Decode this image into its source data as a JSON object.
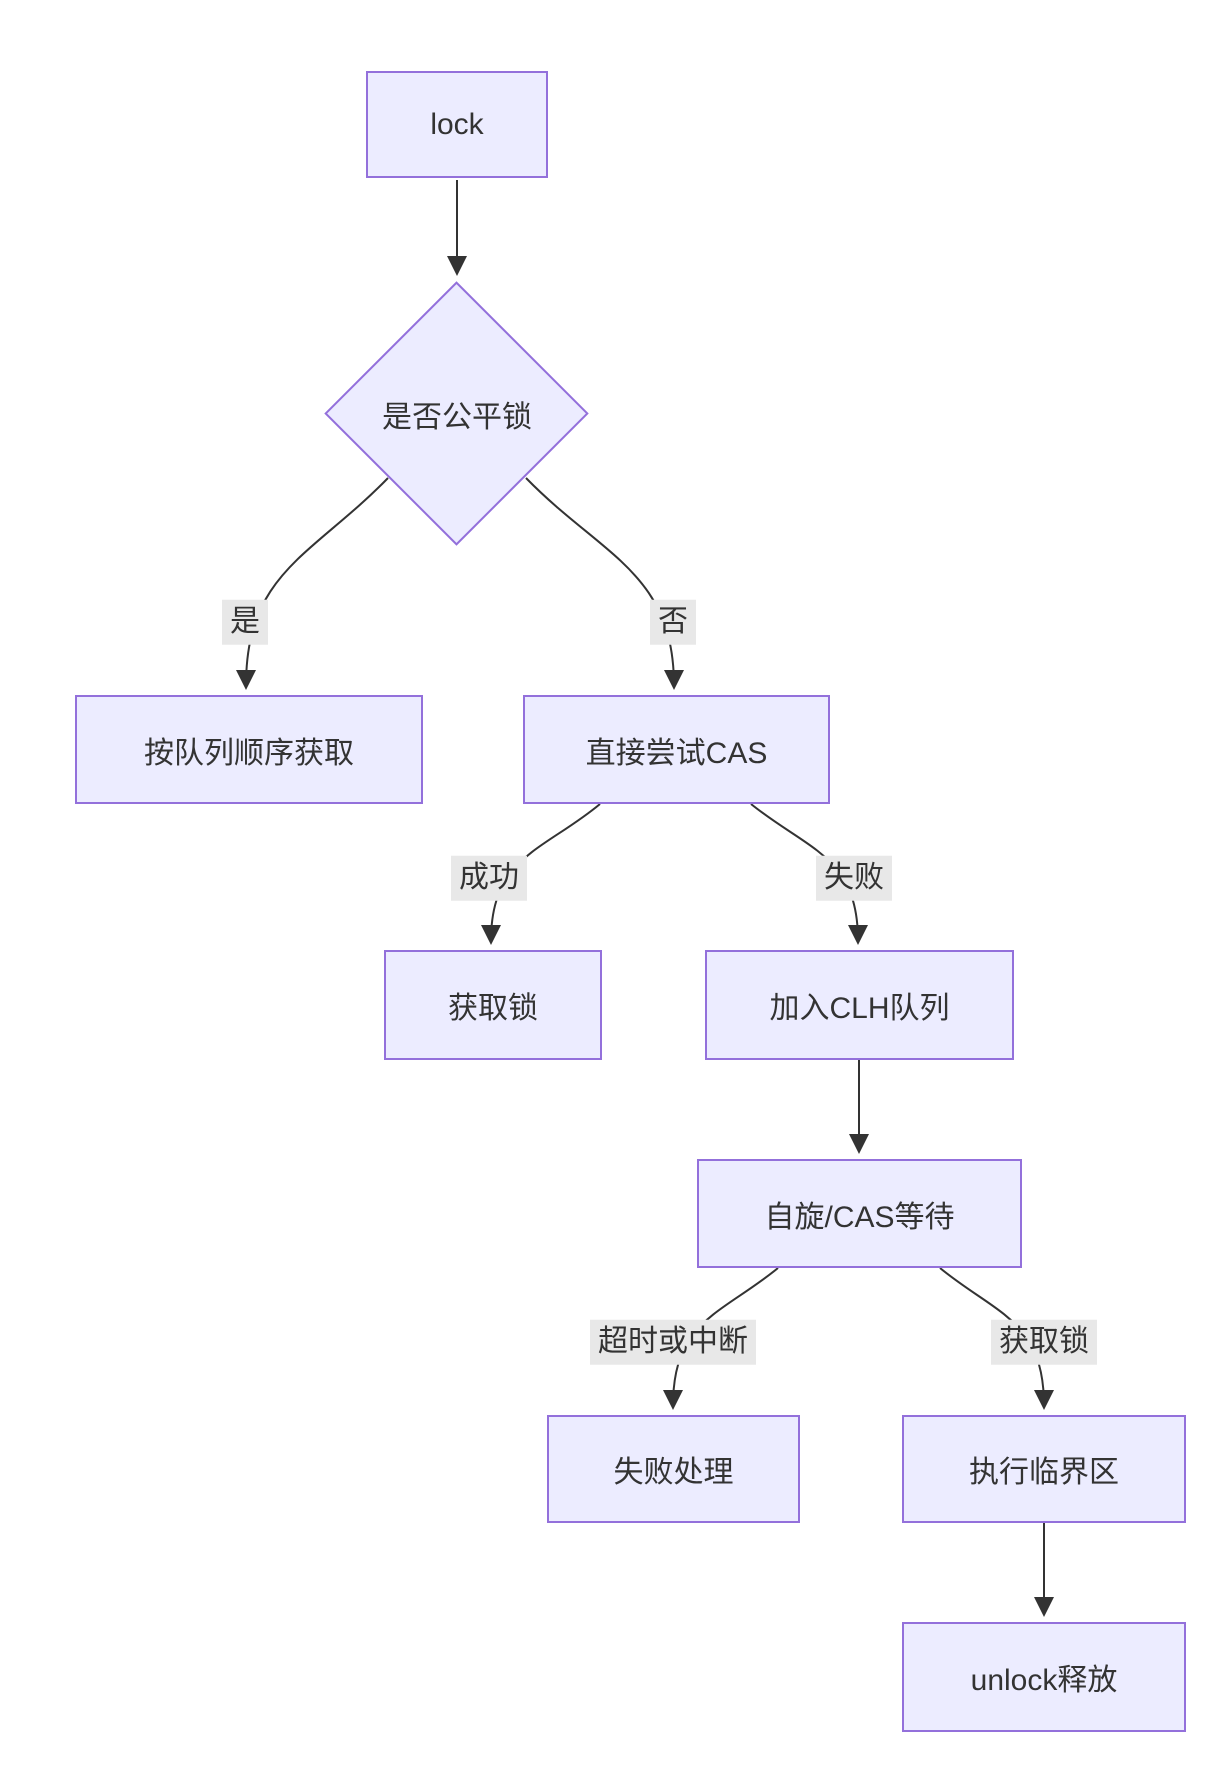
{
  "diagram": {
    "type": "flowchart",
    "title_node": "lock",
    "colors": {
      "node_fill": "#ECECFF",
      "node_border": "#9370DB",
      "edge_line": "#333333",
      "edge_label_bg": "#e8e8e8",
      "text": "#333333",
      "background": "#ffffff"
    },
    "nodes": {
      "lock": {
        "label": "lock",
        "shape": "rect"
      },
      "fair_decision": {
        "label": "是否公平锁",
        "shape": "diamond"
      },
      "queue_order": {
        "label": "按队列顺序获取",
        "shape": "rect"
      },
      "try_cas": {
        "label": "直接尝试CAS",
        "shape": "rect"
      },
      "acquire_lock": {
        "label": "获取锁",
        "shape": "rect"
      },
      "join_clh": {
        "label": "加入CLH队列",
        "shape": "rect"
      },
      "spin_wait": {
        "label": "自旋/CAS等待",
        "shape": "rect"
      },
      "fail_handle": {
        "label": "失败处理",
        "shape": "rect"
      },
      "critical_section": {
        "label": "执行临界区",
        "shape": "rect"
      },
      "unlock_release": {
        "label": "unlock释放",
        "shape": "rect"
      }
    },
    "edges": [
      {
        "from": "lock",
        "to": "fair_decision",
        "label": ""
      },
      {
        "from": "fair_decision",
        "to": "queue_order",
        "label": "是"
      },
      {
        "from": "fair_decision",
        "to": "try_cas",
        "label": "否"
      },
      {
        "from": "try_cas",
        "to": "acquire_lock",
        "label": "成功"
      },
      {
        "from": "try_cas",
        "to": "join_clh",
        "label": "失败"
      },
      {
        "from": "join_clh",
        "to": "spin_wait",
        "label": ""
      },
      {
        "from": "spin_wait",
        "to": "fail_handle",
        "label": "超时或中断"
      },
      {
        "from": "spin_wait",
        "to": "critical_section",
        "label": "获取锁"
      },
      {
        "from": "critical_section",
        "to": "unlock_release",
        "label": ""
      }
    ],
    "edge_labels": {
      "yes": "是",
      "no": "否",
      "success": "成功",
      "failure": "失败",
      "timeout_or_interrupt": "超时或中断",
      "lock_acquired": "获取锁"
    }
  }
}
